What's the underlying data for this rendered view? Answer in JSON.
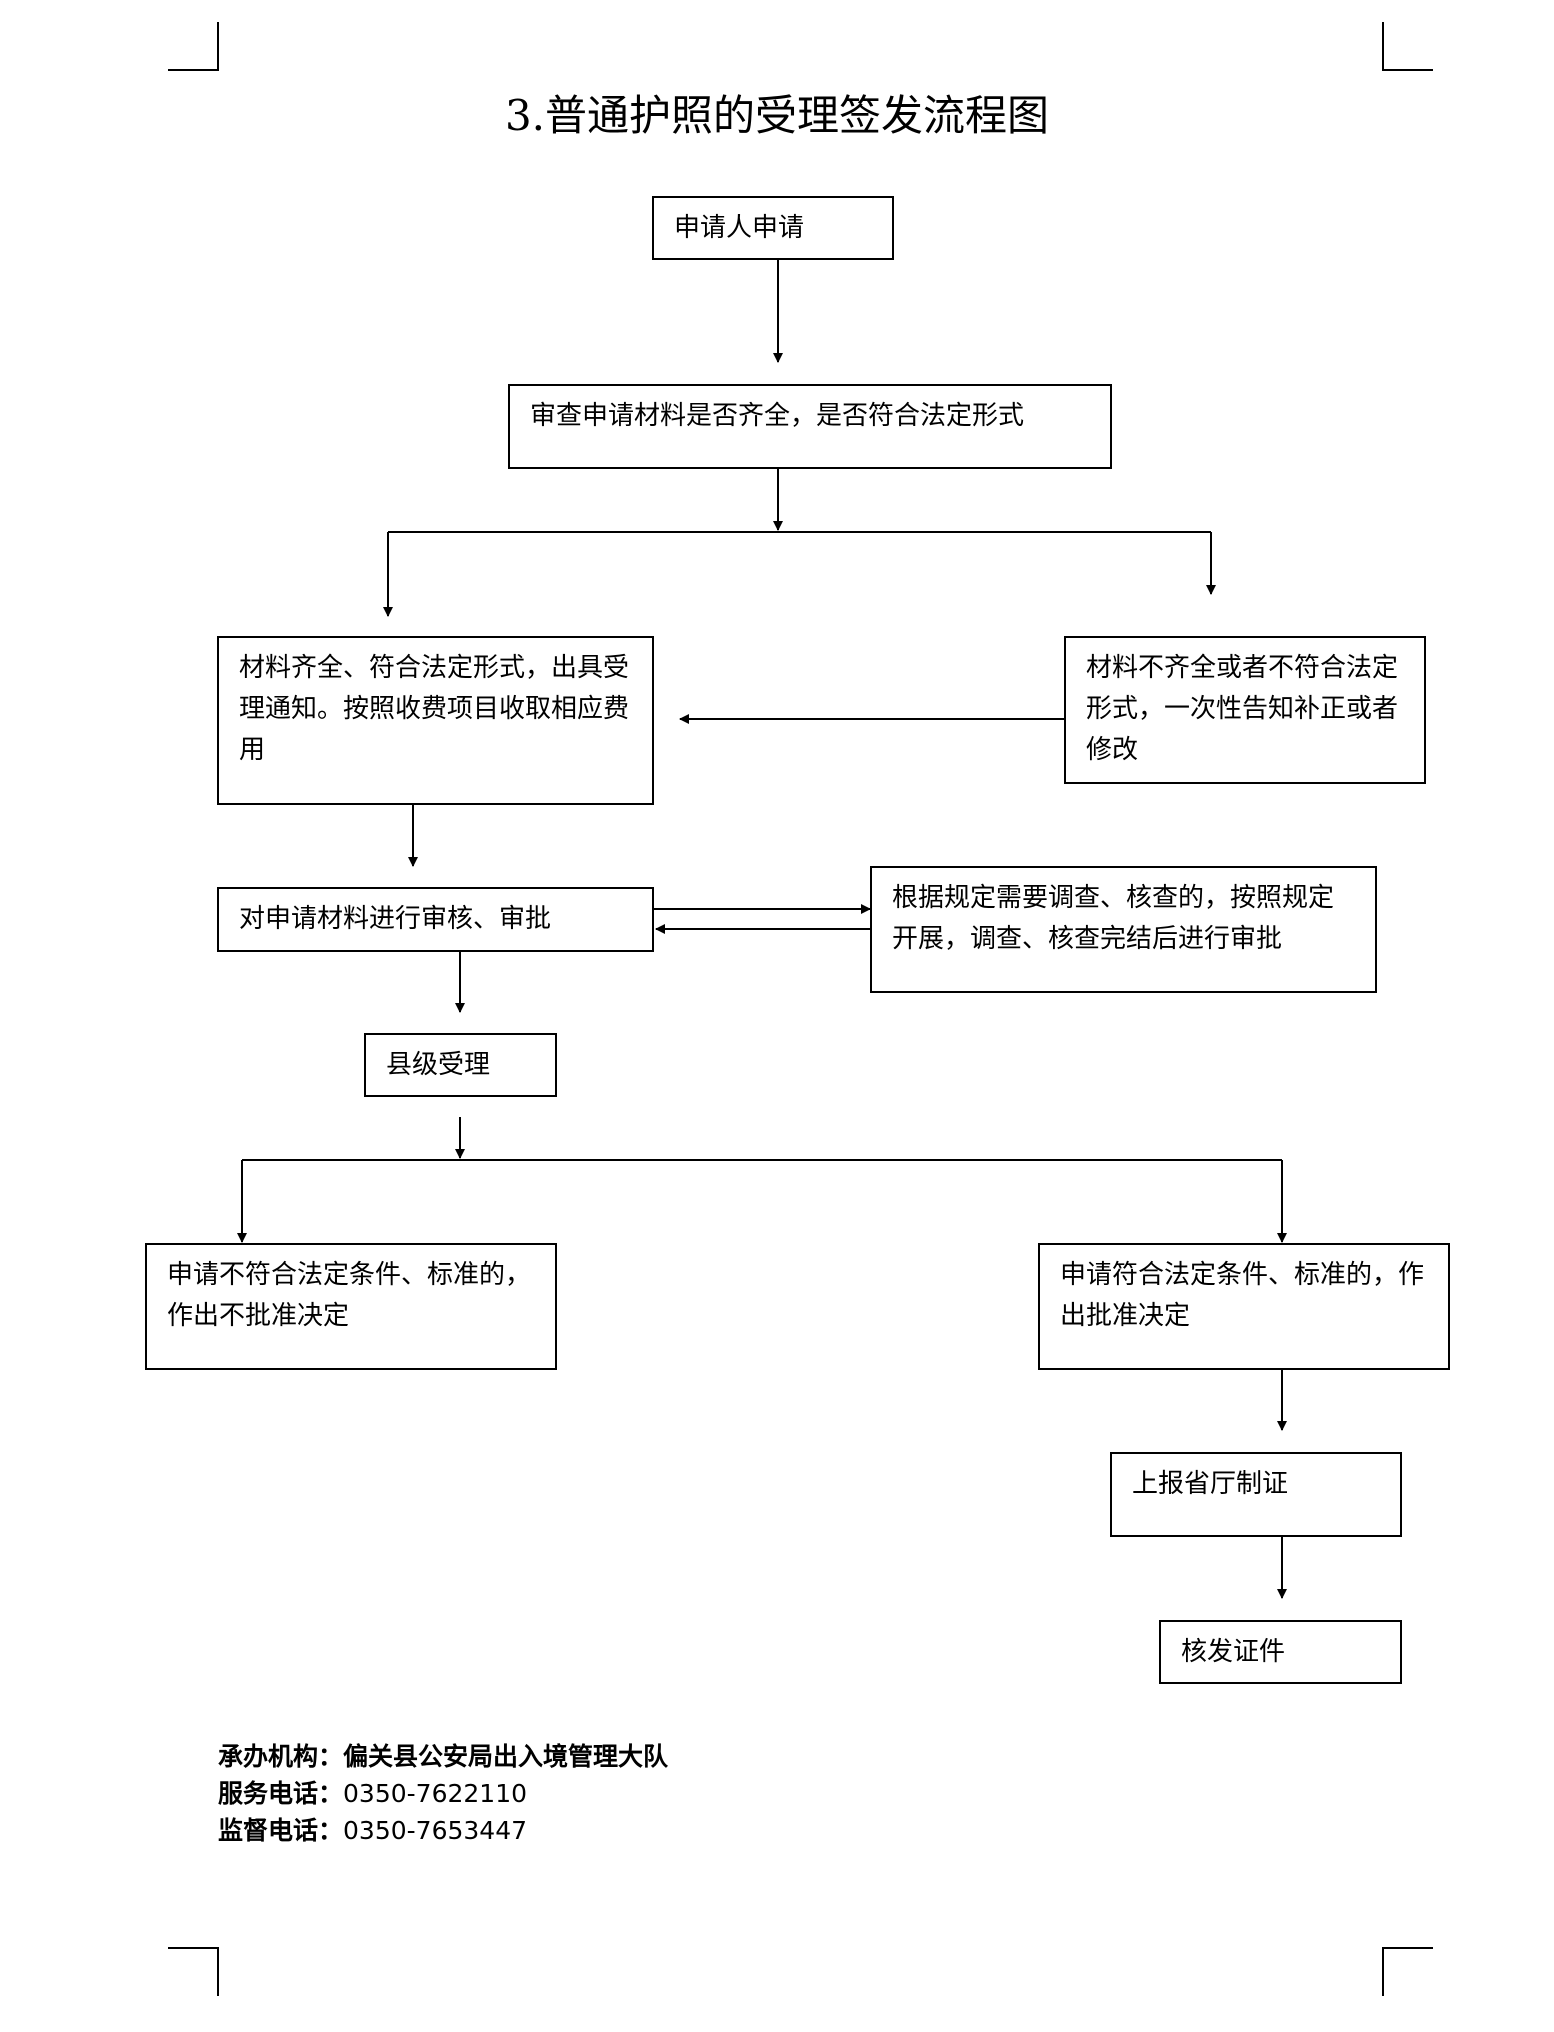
{
  "title": "3.普通护照的受理签发流程图",
  "nodes": {
    "apply": "申请人申请",
    "review_materials": "审查申请材料是否齐全，是否符合法定形式",
    "materials_ok": "材料齐全、符合法定形式，出具受理通知。按照收费项目收取相应费用",
    "materials_incomplete": "材料不齐全或者不符合法定形式，一次性告知补正或者修改",
    "audit": "对申请材料进行审核、审批",
    "investigate": "根据规定需要调查、核查的，按照规定开展，调查、核查完结后进行审批",
    "county_accept": "县级受理",
    "not_approved": "申请不符合法定条件、标准的，作出不批准决定",
    "approved": "申请符合法定条件、标准的，作出批准决定",
    "report_province": "上报省厅制证",
    "issue": "核发证件"
  },
  "footer": {
    "agency_label": "承办机构：",
    "agency_value": "偏关县公安局出入境管理大队",
    "service_label": "服务电话：",
    "service_value": "0350-7622110",
    "supervise_label": "监督电话：",
    "supervise_value": "0350-7653447"
  }
}
